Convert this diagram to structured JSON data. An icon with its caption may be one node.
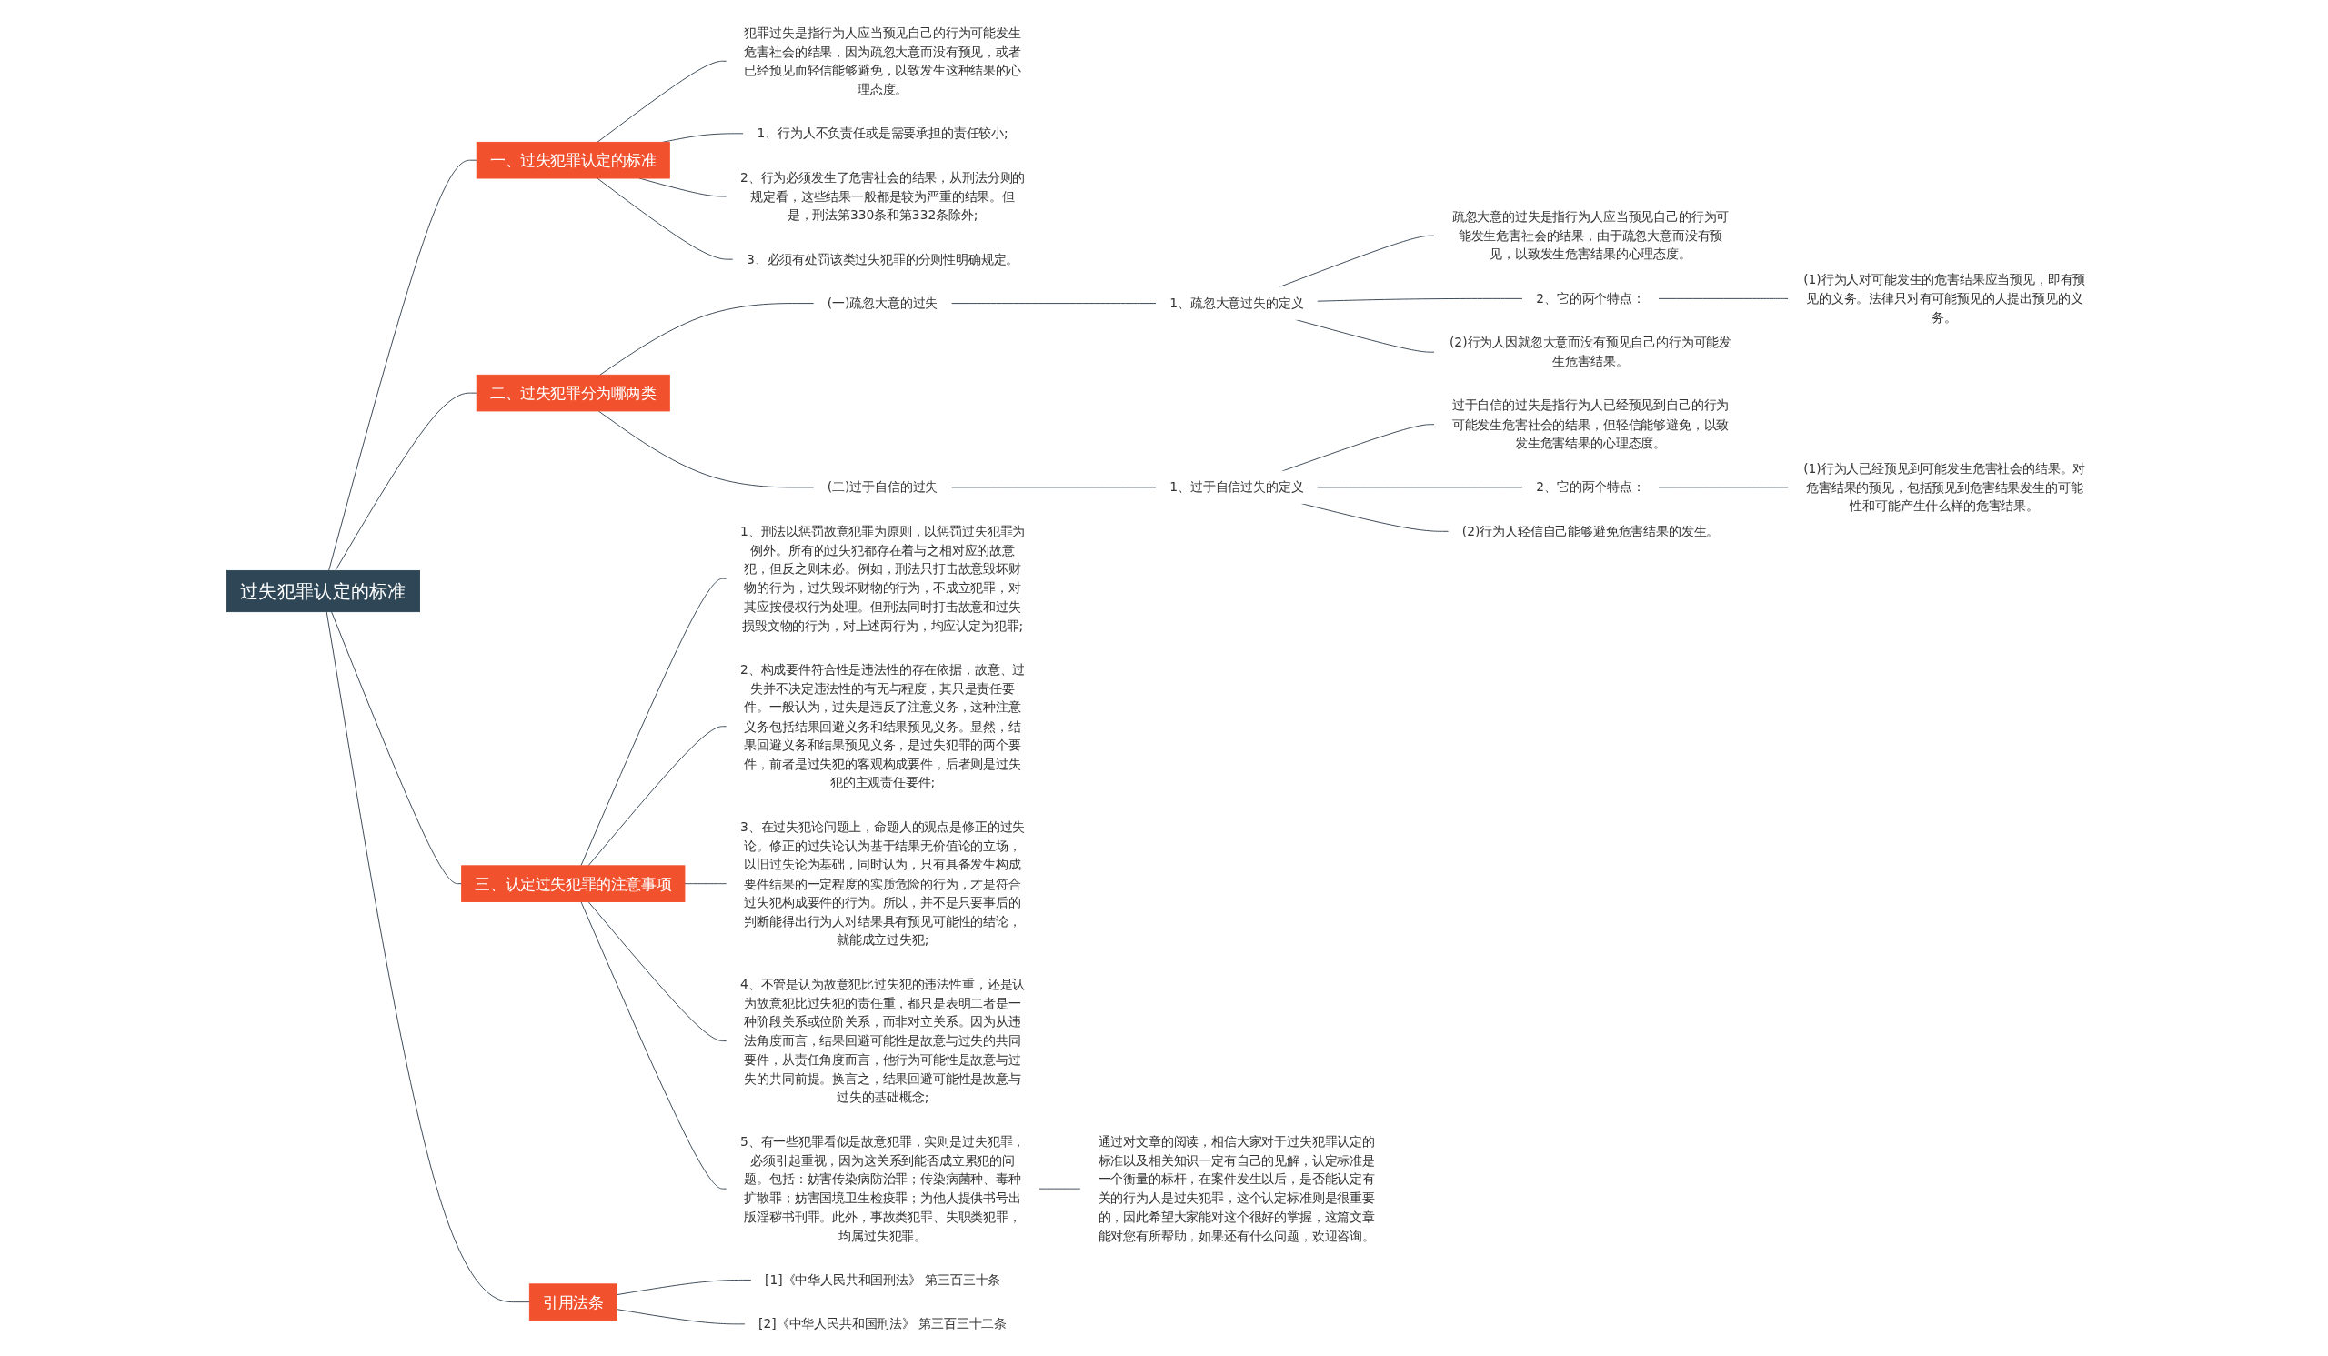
{
  "diagram": {
    "nodes": [
      {
        "text": [
          "过失犯罪认定的标准"
        ]
      },
      {
        "text": [
          "一、过失犯罪认定的标准"
        ]
      },
      {
        "text": [
          "犯罪过失是指行为人应当预见自己的行为可能发生危害社会的结果，因为疏忽大意而没有预见，或者已经预见而轻信能够避免，以致发生这种结果的心理态度。"
        ]
      },
      {
        "text": [
          "1、行为人不负责任或是需要承担的责任较小;"
        ]
      },
      {
        "text": [
          "2、行为必须发生了危害社会的结果，从刑法分则的规定看，这些结果一般都是较为严重的结果。但是，刑法第330条和第332条除外;"
        ]
      },
      {
        "text": [
          "3、必须有处罚该类过失犯罪的分则性明确规定。"
        ]
      },
      {
        "text": [
          "二、过失犯罪分为哪两类"
        ]
      },
      {
        "text": [
          "(一)疏忽大意的过失"
        ]
      },
      {
        "text": [
          "1、疏忽大意过失的定义"
        ]
      },
      {
        "text": [
          "疏忽大意的过失是指行为人应当预见自己的行为可能发生危害社会的结果，由于疏忽大意而没有预见，以致发生危害结果的心理态度。"
        ]
      },
      {
        "text": [
          "2、它的两个特点："
        ]
      },
      {
        "text": [
          "(1)行为人对可能发生的危害结果应当预见，即有预见的义务。法律只对有可能预见的人提出预见的义务。"
        ]
      },
      {
        "text": [
          "(2)行为人因就忽大意而没有预见自己的行为可能发生危害结果。"
        ]
      },
      {
        "text": [
          "(二)过于自信的过失"
        ]
      },
      {
        "text": [
          "1、过于自信过失的定义"
        ]
      },
      {
        "text": [
          "过于自信的过失是指行为人已经预见到自己的行为可能发生危害社会的结果，但轻信能够避免，以致发生危害结果的心理态度。"
        ]
      },
      {
        "text": [
          "2、它的两个特点："
        ]
      },
      {
        "text": [
          "(1)行为人已经预见到可能发生危害社会的结果。对危害结果的预见，包括预见到危害结果发生的可能性和可能产生什么样的危害结果。"
        ]
      },
      {
        "text": [
          "(2)行为人轻信自己能够避免危害结果的发生。"
        ]
      },
      {
        "text": [
          "三、认定过失犯罪的注意事项"
        ]
      },
      {
        "text": [
          "1、刑法以惩罚故意犯罪为原则，以惩罚过失犯罪为例外。所有的过失犯都存在着与之相对应的故意犯，但反之则未必。例如，刑法只打击故意毁坏财物的行为，过失毁坏财物的行为，不成立犯罪，对其应按侵权行为处理。但刑法同时打击故意和过失损毁文物的行为，对上述两行为，均应认定为犯罪;"
        ]
      },
      {
        "text": [
          "2、构成要件符合性是违法性的存在依据，故意、过失并不决定违法性的有无与程度，其只是责任要件。一般认为，过失是违反了注意义务，这种注意义务包括结果回避义务和结果预见义务。显然，结果回避义务和结果预见义务，是过失犯罪的两个要件，前者是过失犯的客观构成要件，后者则是过失犯的主观责任要件;"
        ]
      },
      {
        "text": [
          "3、在过失犯论问题上，命题人的观点是修正的过失论。修正的过失论认为基于结果无价值论的立场，以旧过失论为基础，同时认为，只有具备发生构成要件结果的一定程度的实质危险的行为，才是符合过失犯构成要件的行为。所以，并不是只要事后的判断能得出行为人对结果具有预见可能性的结论，就能成立过失犯;"
        ]
      },
      {
        "text": [
          "4、不管是认为故意犯比过失犯的违法性重，还是认为故意犯比过失犯的责任重，都只是表明二者是一种阶段关系或位阶关系，而非对立关系。因为从违法角度而言，结果回避可能性是故意与过失的共同要件，从责任角度而言，他行为可能性是故意与过失的共同前提。换言之，结果回避可能性是故意与过失的基础概念;"
        ]
      },
      {
        "text": [
          "5、有一些犯罪看似是故意犯罪，实则是过失犯罪，必须引起重视，因为这关系到能否成立累犯的问题。包括：妨害传染病防治罪；传染病菌种、毒种扩散罪；妨害国境卫生检疫罪；为他人提供书号出版淫秽书刊罪。此外，事故类犯罪、失职类犯罪，均属过失犯罪。"
        ]
      },
      {
        "text": [
          "通过对文章的阅读，相信大家对于过失犯罪认定的标准以及相关知识一定有自己的见解，认定标准是一个衡量的标杆，在案件发生以后，是否能认定有关的行为人是过失犯罪，这个认定标准则是很重要的，因此希望大家能对这个很好的掌握，这篇文章能对您有所帮助，如果还有什么问题，欢迎咨询。"
        ]
      },
      {
        "text": [
          "引用法条"
        ]
      },
      {
        "text": [
          "[1]《中华人民共和国刑法》 第三百三十条"
        ]
      },
      {
        "text": [
          "[2]《中华人民共和国刑法》 第三百三十二条"
        ]
      }
    ],
    "edges": [
      {
        "from": 0,
        "to": 1,
        "arrow": "none"
      },
      {
        "from": 1,
        "to": 2,
        "arrow": "none"
      },
      {
        "from": 1,
        "to": 3,
        "arrow": "none"
      },
      {
        "from": 1,
        "to": 4,
        "arrow": "none"
      },
      {
        "from": 1,
        "to": 5,
        "arrow": "none"
      },
      {
        "from": 0,
        "to": 6,
        "arrow": "none"
      },
      {
        "from": 6,
        "to": 7,
        "arrow": "none"
      },
      {
        "from": 7,
        "to": 8,
        "arrow": "none"
      },
      {
        "from": 8,
        "to": 9,
        "arrow": "none"
      },
      {
        "from": 8,
        "to": 10,
        "arrow": "none"
      },
      {
        "from": 10,
        "to": 11,
        "arrow": "none"
      },
      {
        "from": 8,
        "to": 12,
        "arrow": "none"
      },
      {
        "from": 6,
        "to": 13,
        "arrow": "none"
      },
      {
        "from": 13,
        "to": 14,
        "arrow": "none"
      },
      {
        "from": 14,
        "to": 15,
        "arrow": "none"
      },
      {
        "from": 14,
        "to": 16,
        "arrow": "none"
      },
      {
        "from": 16,
        "to": 17,
        "arrow": "none"
      },
      {
        "from": 14,
        "to": 18,
        "arrow": "none"
      },
      {
        "from": 0,
        "to": 19,
        "arrow": "none"
      },
      {
        "from": 19,
        "to": 20,
        "arrow": "none"
      },
      {
        "from": 19,
        "to": 21,
        "arrow": "none"
      },
      {
        "from": 19,
        "to": 22,
        "arrow": "none"
      },
      {
        "from": 19,
        "to": 23,
        "arrow": "none"
      },
      {
        "from": 19,
        "to": 24,
        "arrow": "none"
      },
      {
        "from": 24,
        "to": 25,
        "arrow": "none"
      },
      {
        "from": 0,
        "to": 26,
        "arrow": "none"
      },
      {
        "from": 26,
        "to": 27,
        "arrow": "none"
      },
      {
        "from": 26,
        "to": 28,
        "arrow": "none"
      }
    ]
  }
}
